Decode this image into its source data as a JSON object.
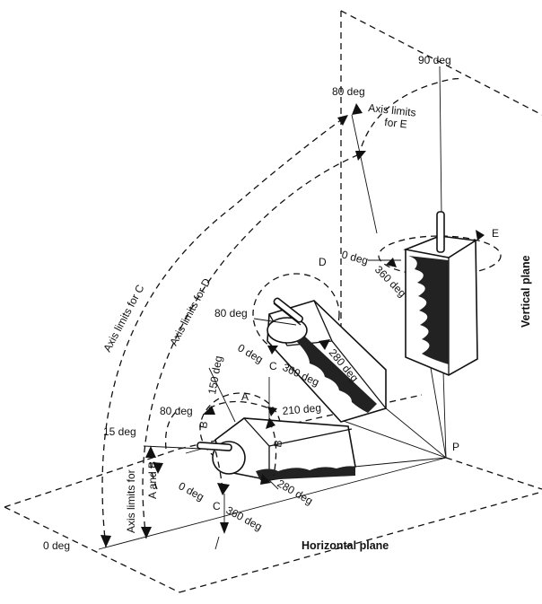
{
  "labels": {
    "deg_90": "90 deg",
    "deg_80_e": "80 deg",
    "axis_limits_e_1": "Axis limits",
    "axis_limits_e_2": "for E",
    "e_letter": "E",
    "vertical_plane": "Vertical plane",
    "horizontal_plane": "Horizontal plane",
    "p_letter": "P",
    "deg_0_e": "0 deg",
    "deg_360_e": "360 deg",
    "d_letter": "D",
    "deg_80_d": "80 deg",
    "deg_0_d": "0 deg",
    "c_letter_d": "C",
    "deg_360_d": "360 deg",
    "deg_280_d": "280 deg",
    "axis_limits_c": "Axis limits for C",
    "axis_limits_d": "Axis limits for D",
    "deg_150": "150 deg",
    "a_letter": "A",
    "deg_210": "210 deg",
    "deg_80_b": "80 deg",
    "b_letter_left": "B",
    "b_letter_right": "B",
    "deg_15": "15 deg",
    "axis_limits_ab_1": "Axis limits for",
    "axis_limits_ab_2": "A and B",
    "deg_0_b": "0 deg",
    "c_letter_b": "C",
    "deg_280_b": "280 deg",
    "deg_360_b": "360 deg",
    "deg_0_left": "0 deg"
  }
}
